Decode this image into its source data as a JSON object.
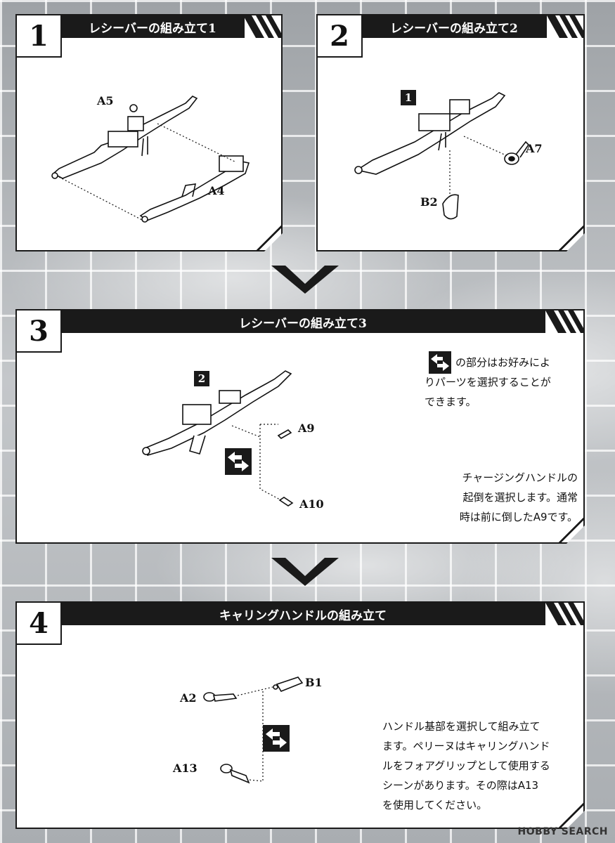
{
  "steps": [
    {
      "number": "1",
      "title": "レシーバーの組み立て1",
      "parts": [
        "A5",
        "A4"
      ]
    },
    {
      "number": "2",
      "title": "レシーバーの組み立て2",
      "ref": "1",
      "parts": [
        "A7",
        "B2"
      ]
    },
    {
      "number": "3",
      "title": "レシーバーの組み立て3",
      "ref": "2",
      "parts": [
        "A9",
        "A10"
      ],
      "note_top": [
        "の部分はお好みによ",
        "りパーツを選択することが",
        "できます。"
      ],
      "note_bottom": [
        "チャージングハンドルの",
        "起倒を選択します。通常",
        "時は前に倒したA9です。"
      ]
    },
    {
      "number": "4",
      "title": "キャリングハンドルの組み立て",
      "parts": [
        "A2",
        "B1",
        "A13"
      ],
      "note": [
        "ハンドル基部を選択して組み立て",
        "ます。ペリーヌはキャリングハンド",
        "ルをフォアグリップとして使用する",
        "シーンがあります。その際はA13",
        "を使用してください。"
      ]
    }
  ],
  "watermark": "HOBBY SEARCH",
  "icons": {
    "swap": "swap-arrows-icon",
    "next": "chevron-down-icon"
  }
}
